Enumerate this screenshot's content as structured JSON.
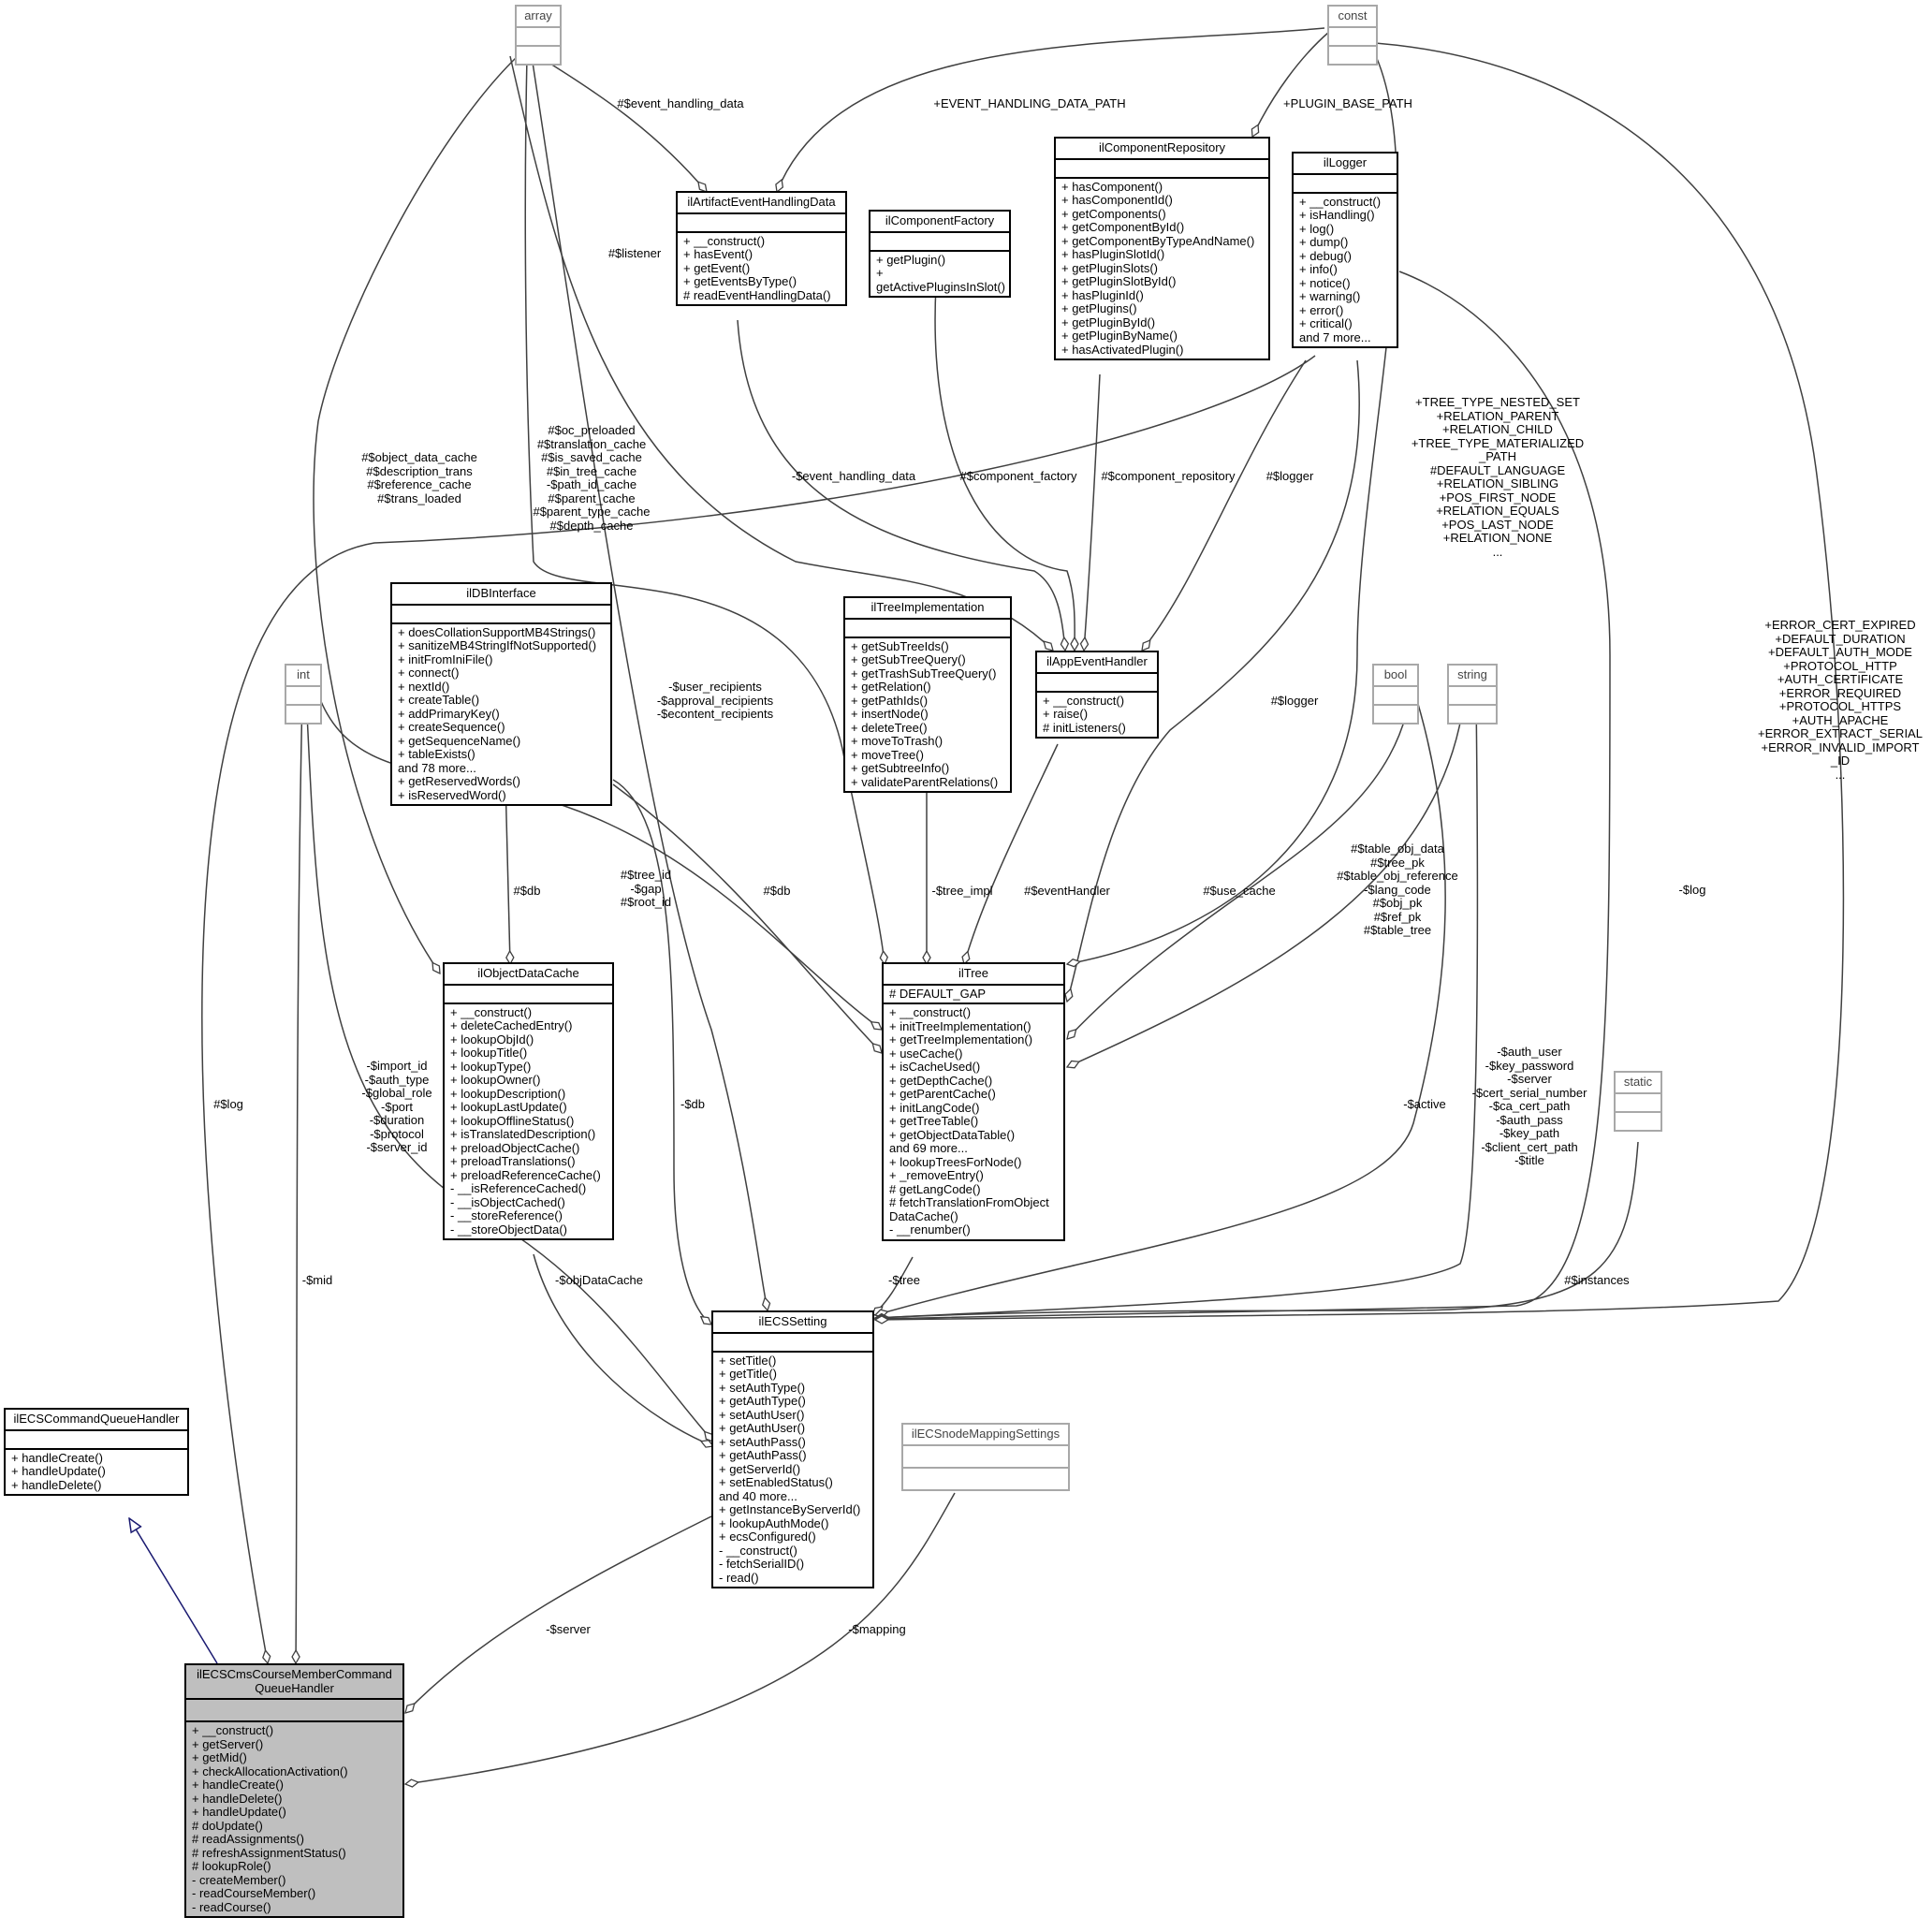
{
  "classes": {
    "main": {
      "title": "ilECSCmsCourseMemberCommand\nQueueHandler",
      "attrs": "",
      "methods": "+ __construct()\n+ getServer()\n+ getMid()\n+ checkAllocationActivation()\n+ handleCreate()\n+ handleDelete()\n+ handleUpdate()\n# doUpdate()\n# readAssignments()\n# refreshAssignmentStatus()\n# lookupRole()\n- createMember()\n- readCourseMember()\n- readCourse()"
    },
    "cmdqueue": {
      "title": "ilECSCommandQueueHandler",
      "attrs": "",
      "methods": "+ handleCreate()\n+ handleUpdate()\n+ handleDelete()"
    },
    "ecssetting": {
      "title": "ilECSSetting",
      "attrs": "",
      "methods": "+ setTitle()\n+ getTitle()\n+ setAuthType()\n+ getAuthType()\n+ setAuthUser()\n+ getAuthUser()\n+ setAuthPass()\n+ getAuthPass()\n+ getServerId()\n+ setEnabledStatus()\nand 40 more...\n+ getInstanceByServerId()\n+ lookupAuthMode()\n+ ecsConfigured()\n- __construct()\n- fetchSerialID()\n- read()"
    },
    "snodemapping": {
      "title": "ilECSnodeMappingSettings",
      "attrs": "",
      "methods": ""
    },
    "objectdatacache": {
      "title": "ilObjectDataCache",
      "attrs": "",
      "methods": "+ __construct()\n+ deleteCachedEntry()\n+ lookupObjId()\n+ lookupTitle()\n+ lookupType()\n+ lookupOwner()\n+ lookupDescription()\n+ lookupLastUpdate()\n+ lookupOfflineStatus()\n+ isTranslatedDescription()\n+ preloadObjectCache()\n+ preloadTranslations()\n+ preloadReferenceCache()\n- __isReferenceCached()\n- __isObjectCached()\n- __storeReference()\n- __storeObjectData()"
    },
    "dbinterface": {
      "title": "ilDBInterface",
      "attrs": "",
      "methods": "+ doesCollationSupportMB4Strings()\n+ sanitizeMB4StringIfNotSupported()\n+ initFromIniFile()\n+ connect()\n+ nextId()\n+ createTable()\n+ addPrimaryKey()\n+ createSequence()\n+ getSequenceName()\n+ tableExists()\nand 78 more...\n+ getReservedWords()\n+ isReservedWord()"
    },
    "treeimpl": {
      "title": "ilTreeImplementation",
      "attrs": "",
      "methods": "+ getSubTreeIds()\n+ getSubTreeQuery()\n+ getTrashSubTreeQuery()\n+ getRelation()\n+ getPathIds()\n+ insertNode()\n+ deleteTree()\n+ moveToTrash()\n+ moveTree()\n+ getSubtreeInfo()\n+ validateParentRelations()"
    },
    "tree": {
      "title": "ilTree",
      "attrs": "# DEFAULT_GAP",
      "methods": "+ __construct()\n+ initTreeImplementation()\n+ getTreeImplementation()\n+ useCache()\n+ isCacheUsed()\n+ getDepthCache()\n+ getParentCache()\n+ initLangCode()\n+ getTreeTable()\n+ getObjectDataTable()\nand 69 more...\n+ lookupTreesForNode()\n+ _removeEntry()\n# getLangCode()\n# fetchTranslationFromObject\nDataCache()\n- __renumber()"
    },
    "appeventhandler": {
      "title": "ilAppEventHandler",
      "attrs": "",
      "methods": "+ __construct()\n+ raise()\n# initListeners()"
    },
    "artifact": {
      "title": "ilArtifactEventHandlingData",
      "attrs": "",
      "methods": "+ __construct()\n+ hasEvent()\n+ getEvent()\n+ getEventsByType()\n# readEventHandlingData()"
    },
    "compfactory": {
      "title": "ilComponentFactory",
      "attrs": "",
      "methods": "+ getPlugin()\n+ getActivePluginsInSlot()"
    },
    "comprepo": {
      "title": "ilComponentRepository",
      "attrs": "",
      "methods": "+ hasComponent()\n+ hasComponentId()\n+ getComponents()\n+ getComponentById()\n+ getComponentByTypeAndName()\n+ hasPluginSlotId()\n+ getPluginSlots()\n+ getPluginSlotById()\n+ hasPluginId()\n+ getPlugins()\n+ getPluginById()\n+ getPluginByName()\n+ hasActivatedPlugin()"
    },
    "logger": {
      "title": "ilLogger",
      "attrs": "",
      "methods": "+ __construct()\n+ isHandling()\n+ log()\n+ dump()\n+ debug()\n+ info()\n+ notice()\n+ warning()\n+ error()\n+ critical()\nand 7 more..."
    },
    "array": {
      "title": "array",
      "attrs": "",
      "methods": ""
    },
    "const": {
      "title": "const",
      "attrs": "",
      "methods": ""
    },
    "int": {
      "title": "int",
      "attrs": "",
      "methods": ""
    },
    "bool": {
      "title": "bool",
      "attrs": "",
      "methods": ""
    },
    "string": {
      "title": "string",
      "attrs": "",
      "methods": ""
    },
    "static": {
      "title": "static",
      "attrs": "",
      "methods": ""
    }
  },
  "labels": {
    "server": "-$server",
    "mapping": "-$mapping",
    "mid": "-$mid",
    "log_main": "#$log",
    "int_setting": "-$import_id\n-$auth_type\n-$global_role\n-$port\n-$duration\n-$protocol\n-$server_id",
    "objdatacache": "-$objDataCache",
    "db_setting": "-$db",
    "tree_setting": "-$tree",
    "active": "-$active",
    "string_setting": "-$auth_user\n-$key_password\n-$server\n-$cert_serial_number\n-$ca_cert_path\n-$auth_pass\n-$key_path\n-$client_cert_path\n-$title",
    "instances": "#$instances",
    "log_setting": "-$log",
    "const_setting": "+ERROR_CERT_EXPIRED\n+DEFAULT_DURATION\n+DEFAULT_AUTH_MODE\n+PROTOCOL_HTTP\n+AUTH_CERTIFICATE\n+ERROR_REQUIRED\n+PROTOCOL_HTTPS\n+AUTH_APACHE\n+ERROR_EXTRACT_SERIAL\n+ERROR_INVALID_IMPORT\n_ID\n...",
    "recipients": "-$user_recipients\n-$approval_recipients\n-$econtent_recipients",
    "odc_array": "#$object_data_cache\n#$description_trans\n#$reference_cache\n#$trans_loaded",
    "db_odc": "#$db",
    "tree_array": "#$oc_preloaded\n#$translation_cache\n#$is_saved_cache\n#$in_tree_cache\n-$path_id_cache\n#$parent_cache\n#$parent_type_cache\n#$depth_cache",
    "listener": "#$listener",
    "event_handling_data_attr": "#$event_handling_data",
    "event_handling_data_path": "+EVENT_HANDLING_DATA_PATH",
    "plugin_base_path": "+PLUGIN_BASE_PATH",
    "event_handling_data": "-$event_handling_data",
    "component_factory": "#$component_factory",
    "component_repository": "#$component_repository",
    "logger_aeh": "#$logger",
    "logger_tree": "#$logger",
    "const_tree": "+TREE_TYPE_NESTED_SET\n+RELATION_PARENT\n+RELATION_CHILD\n+TREE_TYPE_MATERIALIZED\n_PATH\n#DEFAULT_LANGUAGE\n+RELATION_SIBLING\n+POS_FIRST_NODE\n+RELATION_EQUALS\n+POS_LAST_NODE\n+RELATION_NONE\n...",
    "int_tree": "#$tree_id\n-$gap\n#$root_id",
    "db_tree": "#$db",
    "tree_impl": "-$tree_impl",
    "event_handler": "#$eventHandler",
    "use_cache": "#$use_cache",
    "string_tree": "#$table_obj_data\n#$tree_pk\n#$table_obj_reference\n-$lang_code\n#$obj_pk\n#$ref_pk\n#$table_tree"
  }
}
